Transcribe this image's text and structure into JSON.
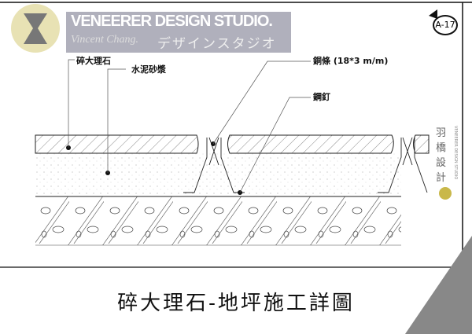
{
  "watermark": {
    "studio": "VENEERER DESIGN STUDIO.",
    "signature": "Vincent Chang.",
    "katakana": "デザインスタジオ"
  },
  "sheet_ref": "A-17",
  "labels": {
    "marble": "碎大理石",
    "mortar": "水泥砂漿",
    "copper_strip": "銅條 (18*3 m/m)",
    "steel_nail": "鋼釘"
  },
  "side_brand": {
    "chinese": "羽橋設計",
    "english": "VENEERER DESIGN STUDIO"
  },
  "title": "碎大理石-地坪施工詳圖"
}
